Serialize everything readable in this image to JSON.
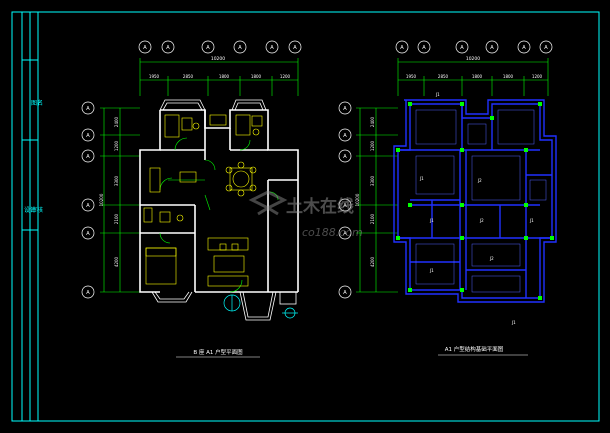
{
  "title_block": {
    "text_1": "图名",
    "text_2": "设计",
    "text_3": "审核"
  },
  "left_plan": {
    "grid_bubble_letter": "A",
    "dim_total": "10200",
    "dim_segments": [
      "1950",
      "2850",
      "1800",
      "1800",
      "1200"
    ],
    "left_dims": [
      "2400",
      "1200",
      "3300",
      "2100",
      "4200"
    ],
    "title": "B 座 A1 户型平面图"
  },
  "right_plan": {
    "grid_bubble_letter": "A",
    "dim_total": "10200",
    "dim_segments": [
      "1950",
      "2850",
      "1800",
      "1800",
      "1200"
    ],
    "left_dims": [
      "2400",
      "1200",
      "3300",
      "2100",
      "4200"
    ],
    "title": "A1 户型结构基础平面图",
    "footing_label": "J1",
    "footing_label_2": "J2"
  },
  "watermark": {
    "main": "土木在线",
    "sub": "co188.com"
  },
  "colors": {
    "background": "#000000",
    "frame": "#00ffff",
    "walls_plan": "#ffffff",
    "dims": "#00ff00",
    "furniture": "#ffff00",
    "foundation": "#0000ff",
    "columns": "#00ff00"
  }
}
